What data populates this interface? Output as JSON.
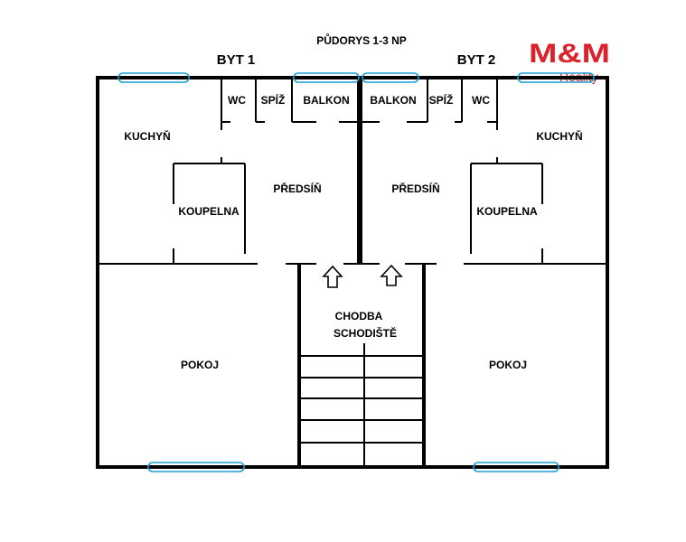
{
  "title": "PŮDORYS 1-3 NP",
  "apartments": {
    "byt1": {
      "label": "BYT 1",
      "rooms": {
        "wc": "WC",
        "spiz": "SPÍŽ",
        "balkon": "BALKON",
        "kuchyn": "KUCHYŇ",
        "koupelna": "KOUPELNA",
        "predsin": "PŘEDSÍŇ",
        "pokoj": "POKOJ"
      }
    },
    "byt2": {
      "label": "BYT 2",
      "rooms": {
        "wc": "WC",
        "spiz": "SPÍŽ",
        "balkon": "BALKON",
        "kuchyn": "KUCHYŇ",
        "koupelna": "KOUPELNA",
        "predsin": "PŘEDSÍŇ",
        "pokoj": "POKOJ"
      }
    }
  },
  "stairwell": {
    "line1": "CHODBA",
    "line2": "SCHODIŠTĚ"
  },
  "logo": {
    "main": "M&M",
    "sub": "Reality",
    "color": "#d9232d"
  },
  "colors": {
    "wall": "#000000",
    "window": "#1a9fd6"
  }
}
